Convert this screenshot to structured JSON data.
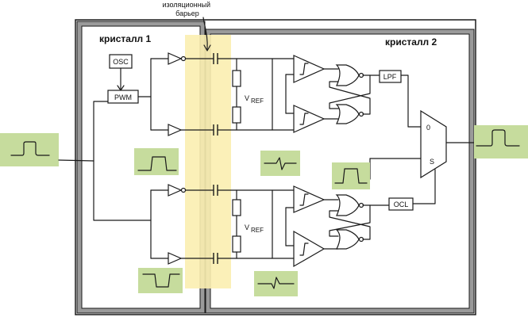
{
  "labels": {
    "barrier": "изоляционный\nбарьер",
    "chip1": "кристалл 1",
    "chip2": "кристалл 2",
    "osc": "OSC",
    "pwm": "PWM",
    "lpf": "LPF",
    "ocl": "OCL",
    "vref": "V",
    "vref_sub": "REF",
    "mux_0": "0",
    "mux_s": "S"
  },
  "colors": {
    "barrier": "#fbeeb0",
    "waveform_bg": "#c6dc9d",
    "chip_border": "#9a9a9a"
  }
}
